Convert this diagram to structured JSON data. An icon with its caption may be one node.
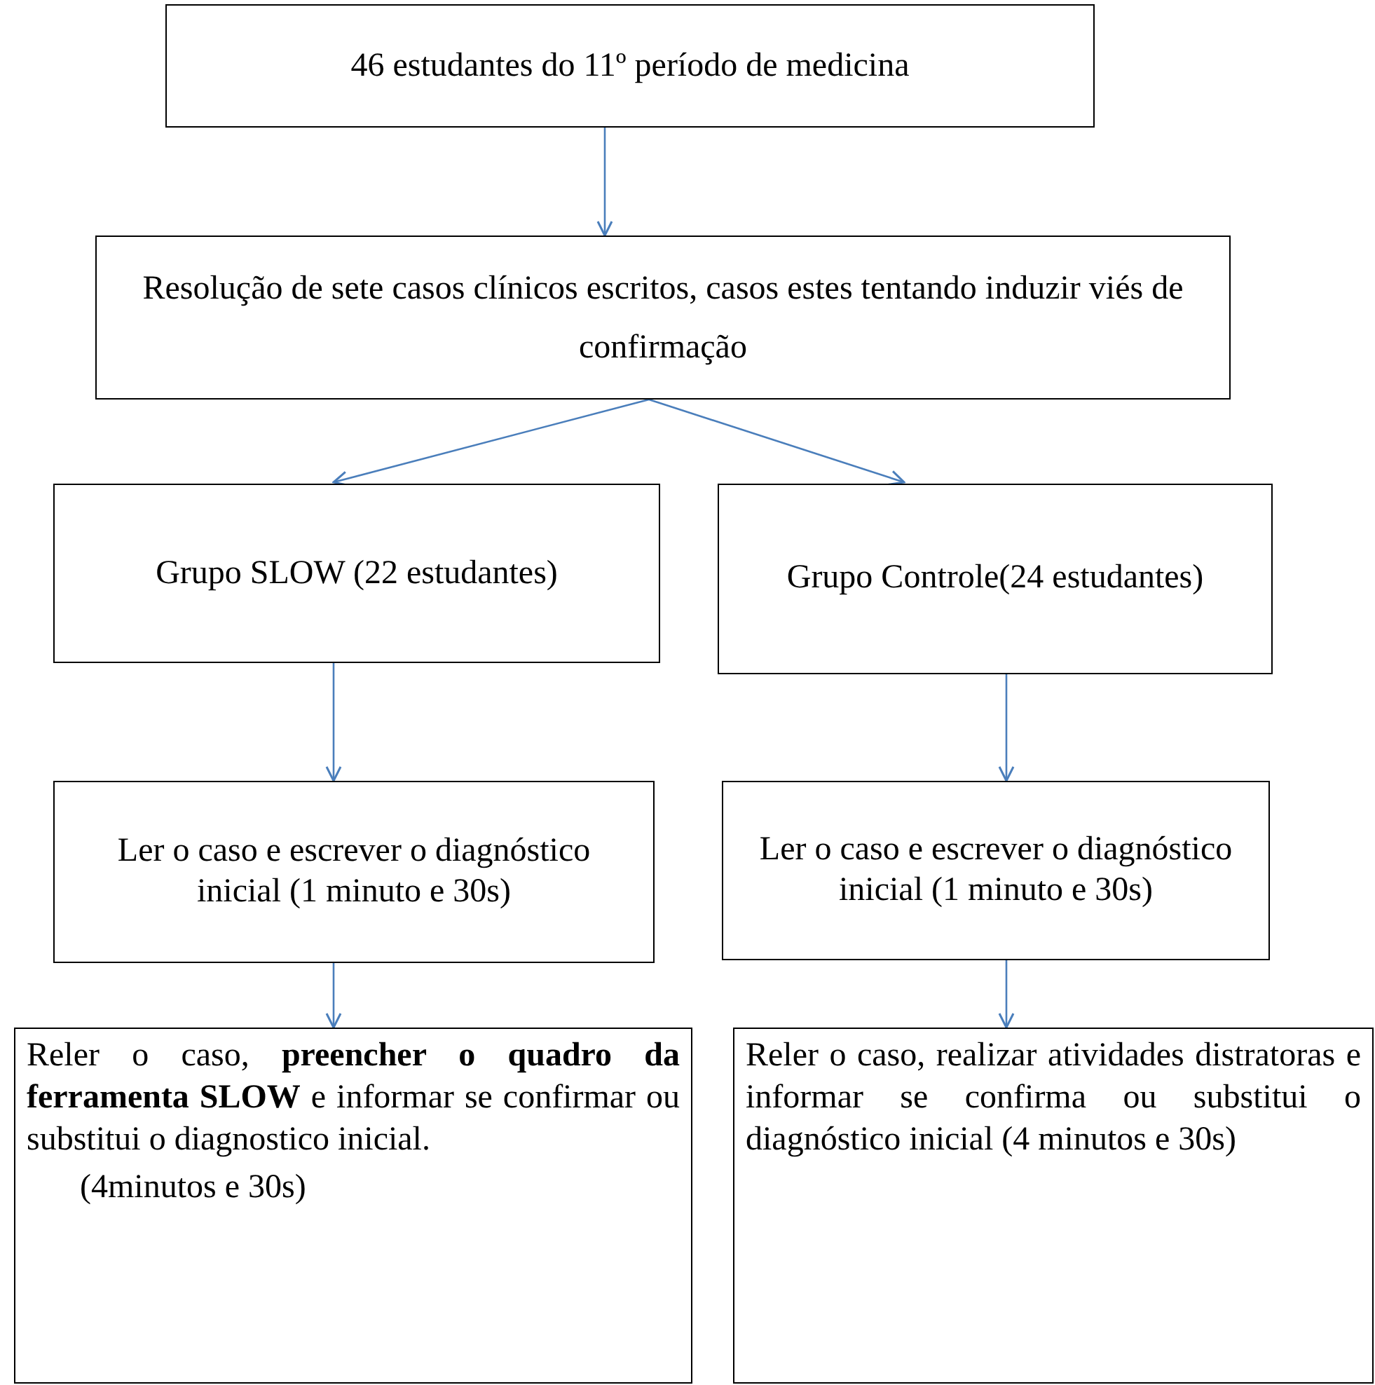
{
  "diagram": {
    "nodes": [
      {
        "text": [
          "46 estudantes do 11º período de medicina"
        ]
      },
      {
        "text": [
          "Resolução de sete casos clínicos escritos, casos estes tentando induzir viés de confirmação"
        ]
      },
      {
        "text": [
          "Grupo SLOW (22 estudantes)"
        ]
      },
      {
        "text": [
          "Grupo Controle(24 estudantes)"
        ]
      },
      {
        "text": [
          "Ler o caso e escrever o diagnóstico inicial (1 minuto e 30s)"
        ]
      },
      {
        "text": [
          "Ler o caso e escrever o diagnóstico inicial (1 minuto e 30s)"
        ]
      },
      {
        "text": [
          "Reler o caso, **preencher o quadro da ferramenta SLOW** e informar se confirmar ou substitui o diagnostico inicial.",
          "(4minutos e 30s)"
        ]
      },
      {
        "text": [
          "Reler o caso, realizar atividades distratoras e informar se confirma ou substitui o diagnóstico inicial (4 minutos e 30s)"
        ]
      }
    ],
    "edges": [
      {
        "from": 0,
        "to": 1,
        "arrow": "to"
      },
      {
        "from": 1,
        "to": 2,
        "arrow": "to"
      },
      {
        "from": 1,
        "to": 3,
        "arrow": "to"
      },
      {
        "from": 2,
        "to": 4,
        "arrow": "to"
      },
      {
        "from": 3,
        "to": 5,
        "arrow": "to"
      },
      {
        "from": 4,
        "to": 6,
        "arrow": "to"
      },
      {
        "from": 5,
        "to": 7,
        "arrow": "to"
      }
    ]
  }
}
